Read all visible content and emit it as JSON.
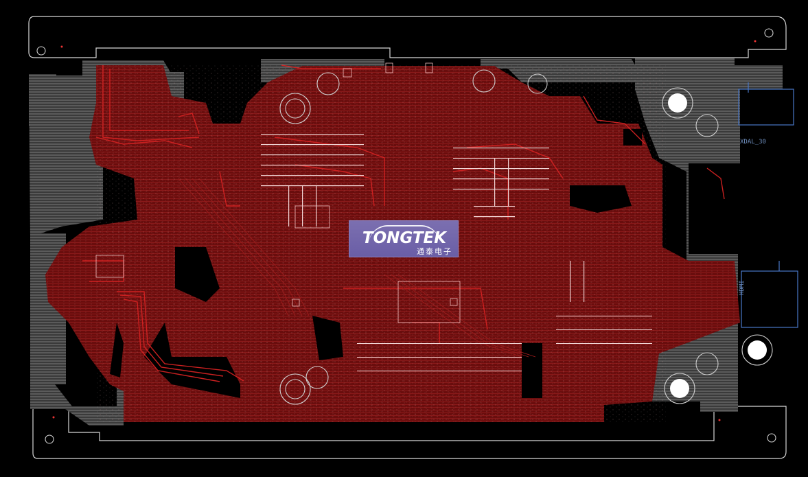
{
  "logo": {
    "brand": "TONGTEK",
    "subtitle": "通泰电子"
  },
  "silkscreen": {
    "label_right_top": "XDAL_30",
    "label_right_mid": "HDMI"
  },
  "colors": {
    "background": "#000000",
    "outline": "#d8d8d8",
    "copper": "#7a1010",
    "trace": "#d02020",
    "ground_fill": "#7a7a7a",
    "connector": "#4a78c8",
    "logo_fill": "#6f63a9"
  }
}
